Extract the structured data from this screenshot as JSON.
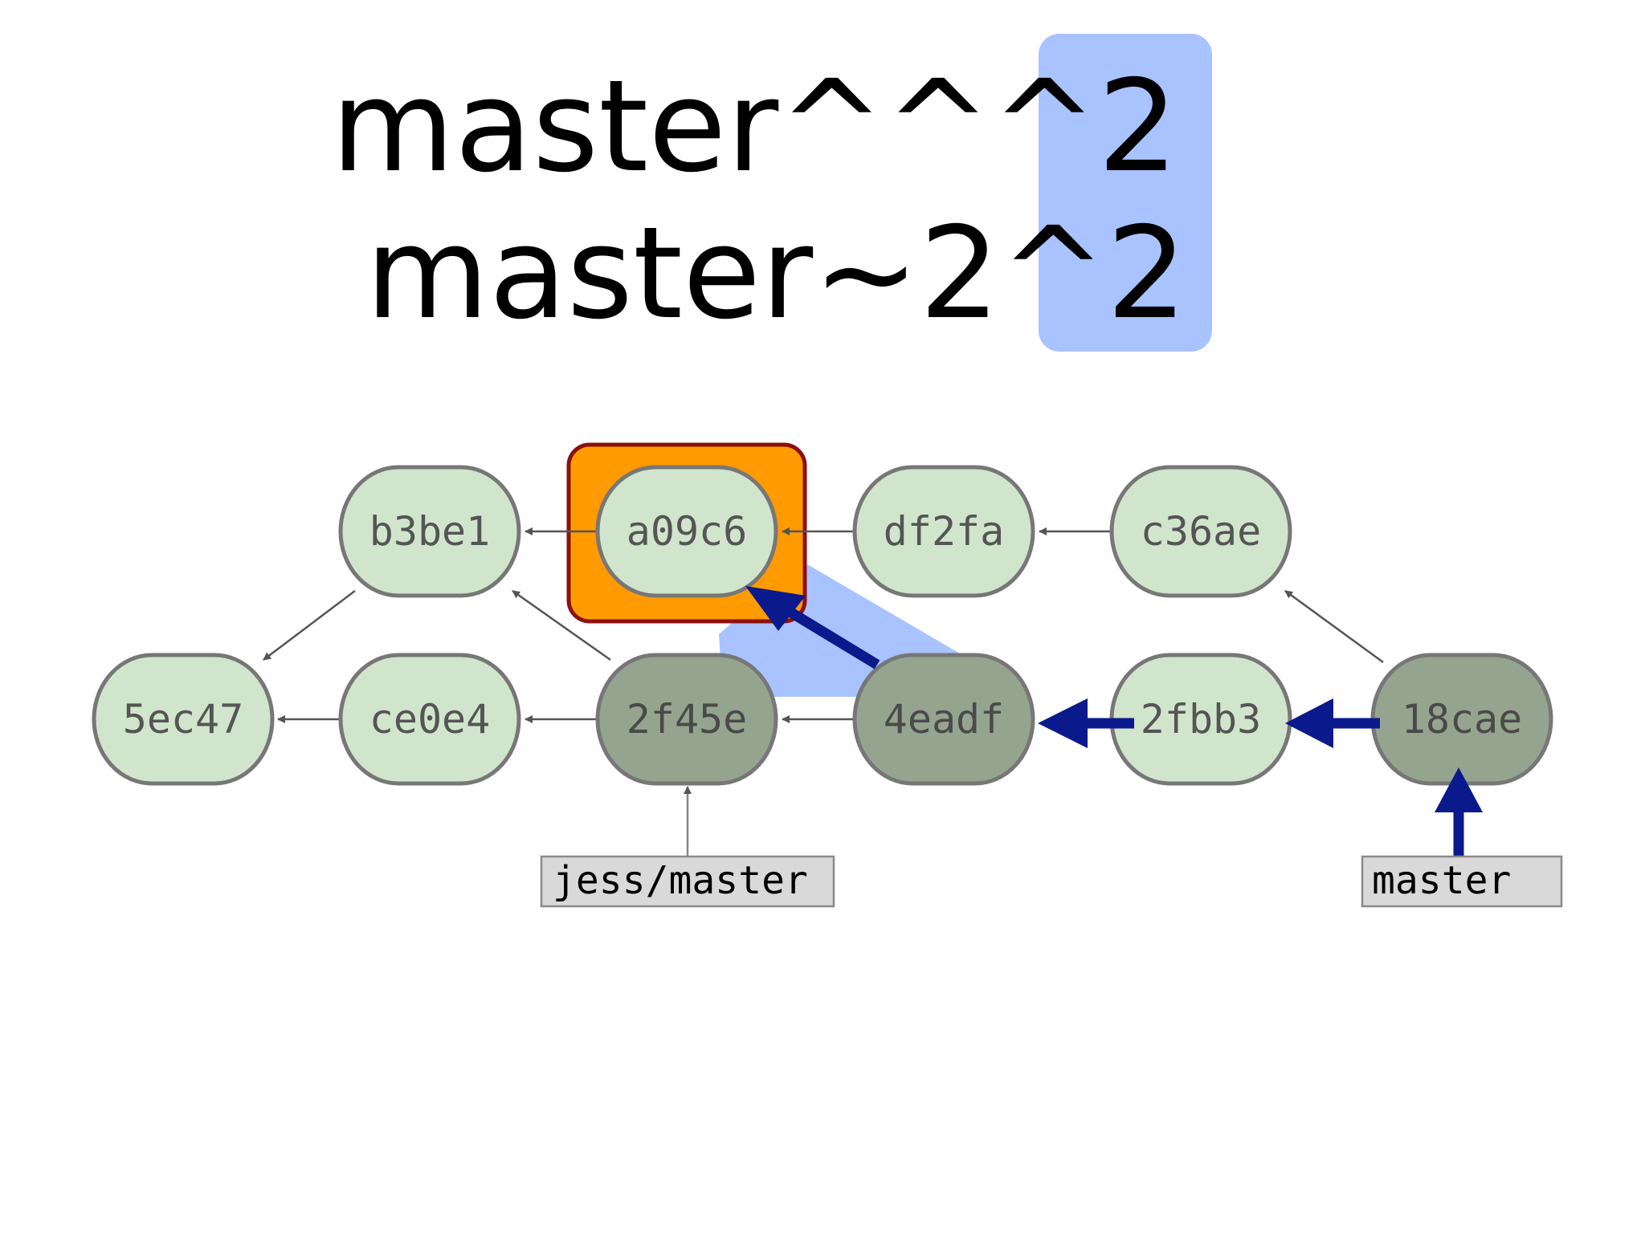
{
  "heading": {
    "line1": {
      "prefix": "master^^",
      "highlight": "^2"
    },
    "line2": {
      "prefix": "master~2",
      "highlight": "^2"
    }
  },
  "colors": {
    "highlight": "#a8c3ff",
    "commit_light": "#d1e5cc",
    "commit_dark": "#95a48f",
    "commit_stroke": "#777777",
    "selected_fill": "#ff9b00",
    "selected_stroke": "#8c1010",
    "traversal_arrow": "#0a1a8c",
    "ref_box": "#d9d9d9"
  },
  "commits": {
    "b3be1": "b3be1",
    "a09c6": "a09c6",
    "df2fa": "df2fa",
    "c36ae": "c36ae",
    "5ec47": "5ec47",
    "ce0e4": "ce0e4",
    "2f45e": "2f45e",
    "4eadf": "4eadf",
    "2fbb3": "2fbb3",
    "18cae": "18cae"
  },
  "refs": {
    "jess_master": "jess/master",
    "master": "master"
  }
}
